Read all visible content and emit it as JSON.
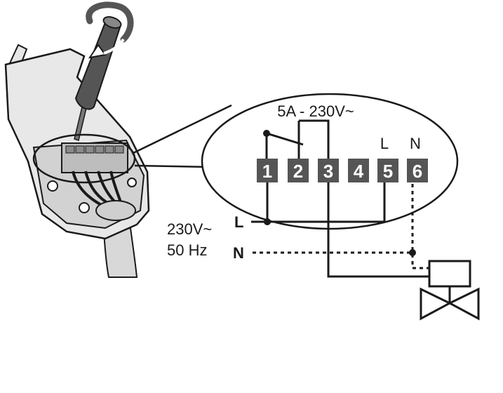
{
  "rating_label": "5A - 230V~",
  "terminals": [
    {
      "number": "1"
    },
    {
      "number": "2"
    },
    {
      "number": "3"
    },
    {
      "number": "4"
    },
    {
      "number": "5",
      "tag": "L"
    },
    {
      "number": "6",
      "tag": "N"
    }
  ],
  "supply": {
    "voltage": "230V~",
    "frequency": "50 Hz",
    "line": "L",
    "neutral": "N"
  },
  "colors": {
    "terminal_fill": "#555555",
    "ink": "#1a1a1a",
    "device_light": "#e6e6e6",
    "device_mid": "#bdbdbd"
  }
}
